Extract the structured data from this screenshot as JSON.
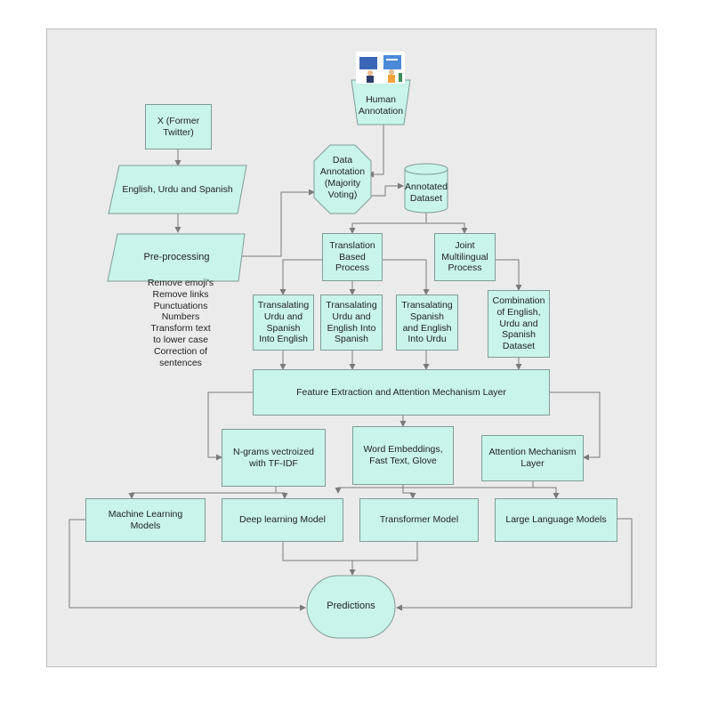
{
  "nodes": {
    "x_twitter": "X (Former\nTwitter)",
    "languages": "English, Urdu and Spanish",
    "preprocessing": "Pre-processing",
    "preprocessing_steps": "Remove emoji's\nRemove links\nPunctuations\nNumbers\nTransform text\nto lower case\nCorrection of\nsentences",
    "human_annotation": "Human\nAnnotation",
    "data_annotation": "Data\nAnnotation\n(Majority\nVoting)",
    "annotated_dataset": "Annotated\nDataset",
    "translation_based": "Translation\nBased\nProcess",
    "joint_multilingual": "Joint\nMultilingual\nProcess",
    "translate_to_english": "Transalating\nUrdu and\nSpanish\nInto English",
    "translate_to_spanish": "Transalating\nUrdu and\nEnglish Into\nSpanish",
    "translate_to_urdu": "Transalating\nSpanish\nand English\nInto Urdu",
    "combination": "Combination\nof English,\nUrdu and\nSpanish\nDataset",
    "feature_layer": "Feature Extraction and Attention Mechanism Layer",
    "ngrams": "N-grams vectroized\nwith TF-IDF",
    "word_embeddings": "Word Embeddings,\nFast Text, Glove",
    "attention_layer": "Attention Mechanism\nLayer",
    "ml_models": "Machine Learning\nModels",
    "dl_model": "Deep learning Model",
    "transformer_model": "Transformer Model",
    "llm": "Large Language Models",
    "predictions": "Predictions"
  },
  "colors": {
    "node_fill": "#c9f4ea",
    "node_border": "#7f9c96",
    "connector": "#7a7a7a",
    "canvas": "#ebebeb"
  },
  "icons": {
    "human_annotation": "people-at-screen-illustration"
  }
}
